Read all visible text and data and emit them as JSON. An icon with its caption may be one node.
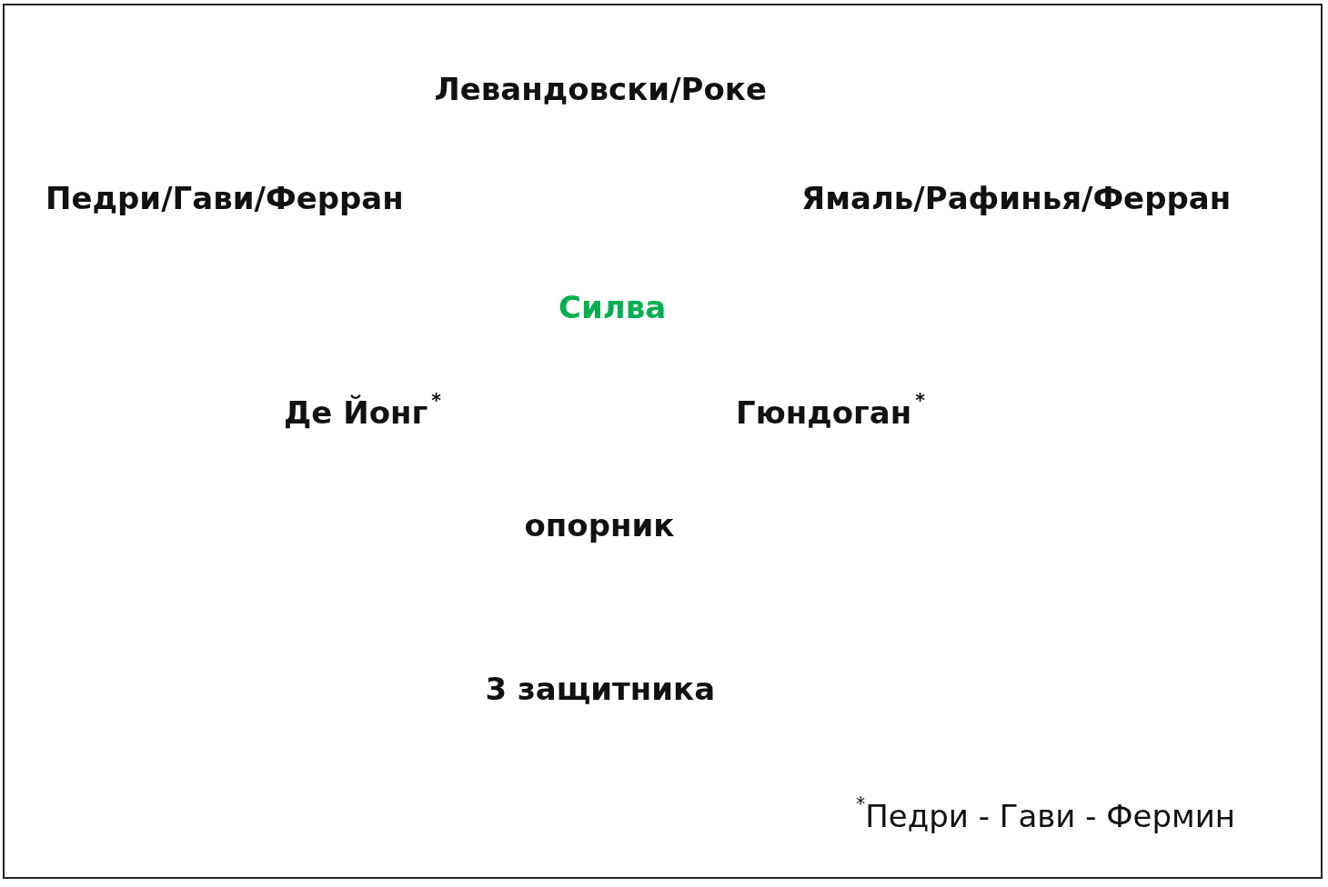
{
  "diagram": {
    "labels": [
      "Левандовски/Роке",
      "Педри/Гави/Ферран",
      "Ямаль/Рафинья/Ферран",
      "Силва",
      "Де Йонг$^{*}$",
      "Гюндоган$^{*}$",
      "опорник",
      "3 защитника",
      "$^{*}$Педри - Гави - Фермин"
    ]
  }
}
